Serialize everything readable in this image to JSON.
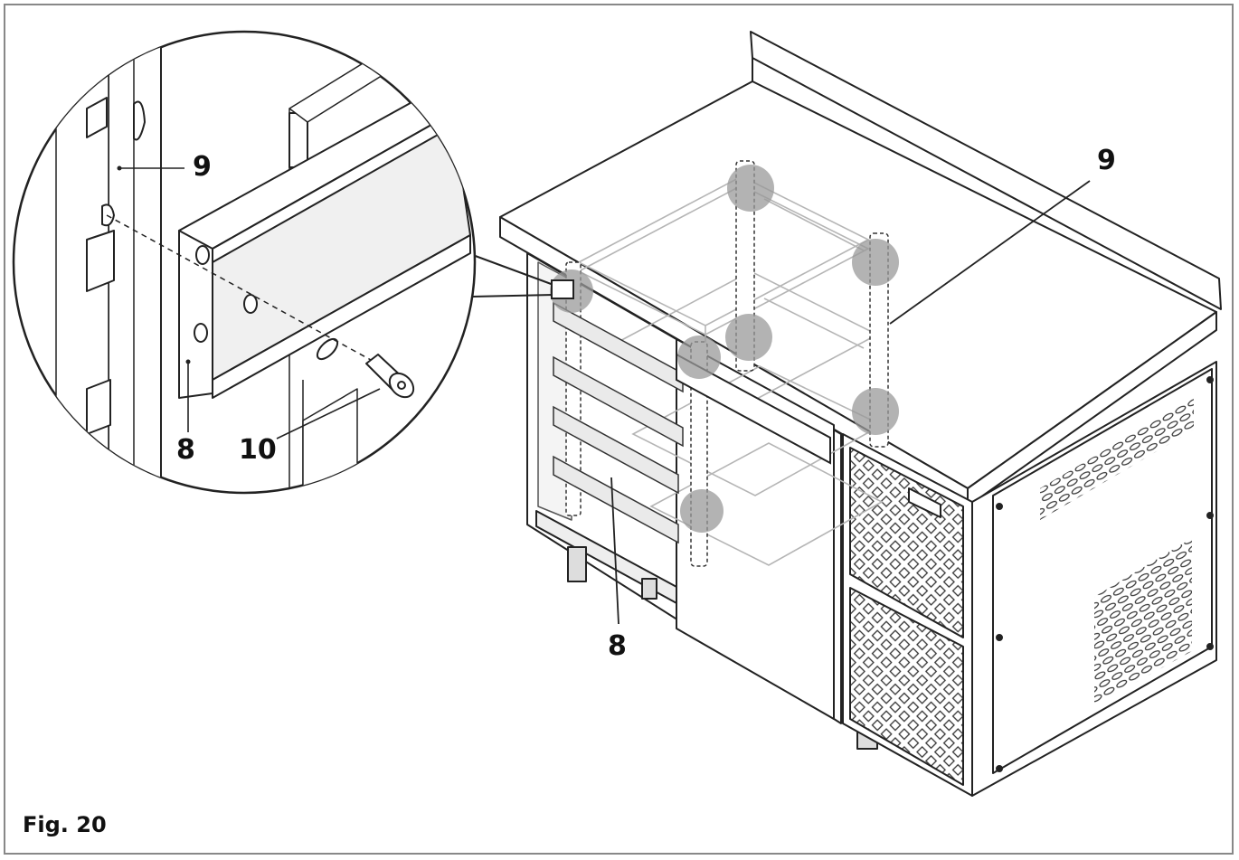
{
  "figure": {
    "caption": "Fig. 20",
    "callouts": {
      "detail_rail": "9",
      "detail_bracket": "8",
      "detail_pin": "10",
      "main_rail": "9",
      "main_bracket": "8"
    }
  },
  "colors": {
    "line": "#222222",
    "ghost_line": "#b5b5b5",
    "highlight": "#9a9a9a",
    "frame": "#888888"
  }
}
